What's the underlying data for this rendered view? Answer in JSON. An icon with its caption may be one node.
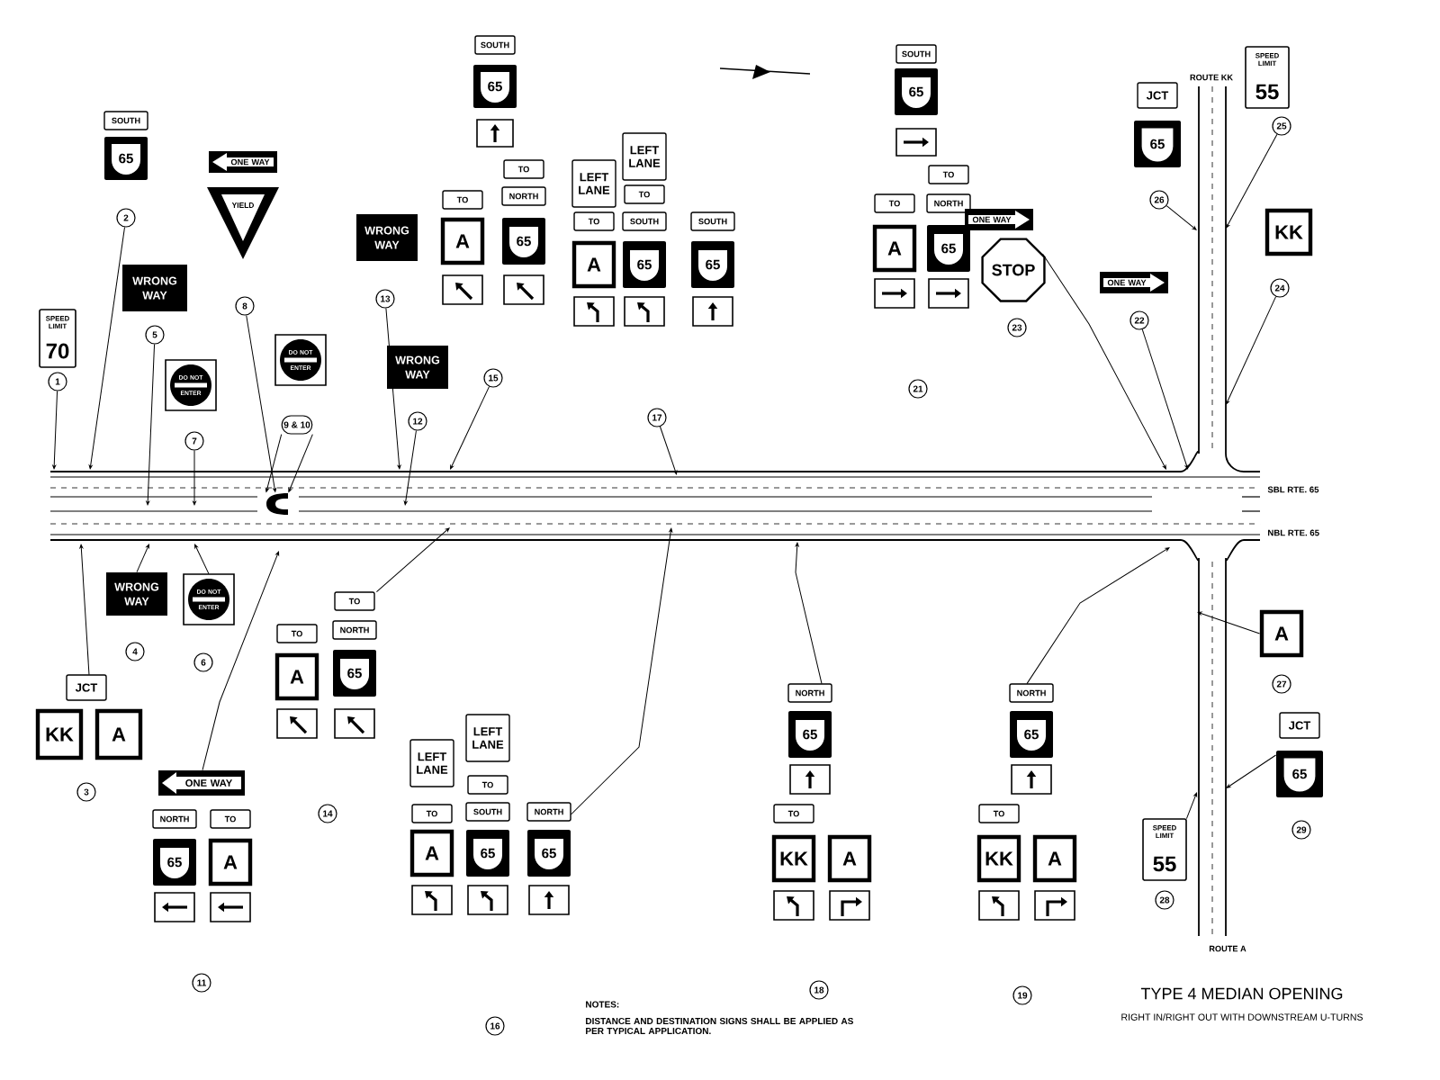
{
  "diagram": {
    "title": "TYPE 4 MEDIAN OPENING",
    "caption": "RIGHT IN/RIGHT OUT WITH DOWNSTREAM U-TURNS",
    "nodes": [
      {
        "text": [
          "SPEED LIMIT",
          "70"
        ]
      },
      {
        "text": [
          "1"
        ]
      },
      {
        "text": [
          "SOUTH",
          "65"
        ]
      },
      {
        "text": [
          "2"
        ]
      },
      {
        "text": [
          "WRONG WAY"
        ]
      },
      {
        "text": [
          "5"
        ]
      },
      {
        "text": [
          "DO NOT ENTER"
        ]
      },
      {
        "text": [
          "7"
        ]
      },
      {
        "text": [
          "ONE WAY",
          "YIELD"
        ]
      },
      {
        "text": [
          "8"
        ]
      },
      {
        "text": [
          "DO NOT ENTER"
        ]
      },
      {
        "text": [
          "9 & 10"
        ]
      },
      {
        "text": [
          "WRONG WAY"
        ]
      },
      {
        "text": [
          "13"
        ]
      },
      {
        "text": [
          "WRONG WAY"
        ]
      },
      {
        "text": [
          "12"
        ]
      },
      {
        "text": [
          "SOUTH",
          "65",
          "TO",
          "A",
          "TO",
          "NORTH",
          "65"
        ]
      },
      {
        "text": [
          "15"
        ]
      },
      {
        "text": [
          "LEFT LANE",
          "TO",
          "A",
          "LEFT LANE",
          "TO",
          "SOUTH",
          "65",
          "SOUTH",
          "65"
        ]
      },
      {
        "text": [
          "17"
        ]
      },
      {
        "text": [
          "SOUTH",
          "65",
          "TO",
          "A",
          "TO",
          "NORTH",
          "65"
        ]
      },
      {
        "text": [
          "21"
        ]
      },
      {
        "text": [
          "ONE WAY",
          "STOP"
        ]
      },
      {
        "text": [
          "23"
        ]
      },
      {
        "text": [
          "ONE WAY"
        ]
      },
      {
        "text": [
          "22"
        ]
      },
      {
        "text": [
          "JCT",
          "65"
        ]
      },
      {
        "text": [
          "26"
        ]
      },
      {
        "text": [
          "SPEED LIMIT",
          "55"
        ]
      },
      {
        "text": [
          "25"
        ]
      },
      {
        "text": [
          "KK"
        ]
      },
      {
        "text": [
          "24"
        ]
      },
      {
        "text": [
          "WRONG WAY"
        ]
      },
      {
        "text": [
          "4"
        ]
      },
      {
        "text": [
          "DO NOT ENTER"
        ]
      },
      {
        "text": [
          "6"
        ]
      },
      {
        "text": [
          "JCT",
          "KK",
          "A"
        ]
      },
      {
        "text": [
          "3"
        ]
      },
      {
        "text": [
          "TO",
          "A",
          "TO",
          "NORTH",
          "65"
        ]
      },
      {
        "text": [
          "14"
        ]
      },
      {
        "text": [
          "ONE WAY",
          "NORTH",
          "65",
          "TO",
          "A"
        ]
      },
      {
        "text": [
          "11"
        ]
      },
      {
        "text": [
          "LEFT LANE",
          "TO",
          "A",
          "LEFT LANE",
          "TO",
          "SOUTH",
          "65",
          "NORTH",
          "65"
        ]
      },
      {
        "text": [
          "16"
        ]
      },
      {
        "text": [
          "NORTH",
          "65",
          "TO",
          "KK",
          "A"
        ]
      },
      {
        "text": [
          "18"
        ]
      },
      {
        "text": [
          "NORTH",
          "65",
          "TO",
          "KK",
          "A"
        ]
      },
      {
        "text": [
          "19"
        ]
      },
      {
        "text": [
          "A"
        ]
      },
      {
        "text": [
          "27"
        ]
      },
      {
        "text": [
          "JCT",
          "65"
        ]
      },
      {
        "text": [
          "29"
        ]
      },
      {
        "text": [
          "SPEED LIMIT",
          "55"
        ]
      },
      {
        "text": [
          "28"
        ]
      },
      {
        "text": [],
        "shape": "picture"
      }
    ],
    "edges": [
      {
        "from": 1,
        "to": null,
        "arrow": "to"
      },
      {
        "from": 3,
        "to": null,
        "arrow": "to"
      },
      {
        "from": 5,
        "to": null,
        "arrow": "to"
      },
      {
        "from": 7,
        "to": null,
        "arrow": "to"
      },
      {
        "from": 9,
        "to": 54,
        "arrow": "to"
      },
      {
        "from": 11,
        "to": 54,
        "arrow": "to"
      },
      {
        "from": 11,
        "to": 54,
        "arrow": "to"
      },
      {
        "from": 13,
        "to": null,
        "arrow": "to"
      },
      {
        "from": 15,
        "to": null,
        "arrow": "to"
      },
      {
        "from": 17,
        "to": null,
        "arrow": "to"
      },
      {
        "from": 19,
        "to": null,
        "arrow": "to"
      },
      {
        "from": 22,
        "to": null,
        "arrow": "to"
      },
      {
        "from": 25,
        "to": null,
        "arrow": "to"
      },
      {
        "from": 27,
        "to": null,
        "arrow": "to"
      },
      {
        "from": 29,
        "to": null,
        "arrow": "to"
      },
      {
        "from": 31,
        "to": null,
        "arrow": "to"
      },
      {
        "from": 36,
        "to": null,
        "arrow": "to"
      },
      {
        "from": 32,
        "to": null,
        "arrow": "to"
      },
      {
        "from": 34,
        "to": null,
        "arrow": "to"
      },
      {
        "from": 40,
        "to": null,
        "arrow": "to"
      },
      {
        "from": 38,
        "to": null,
        "arrow": "to"
      },
      {
        "from": 42,
        "to": null,
        "arrow": "to"
      },
      {
        "from": 44,
        "to": null,
        "arrow": "to"
      },
      {
        "from": 46,
        "to": null,
        "arrow": "to"
      },
      {
        "from": 48,
        "to": null,
        "arrow": "to"
      },
      {
        "from": 50,
        "to": null,
        "arrow": "to"
      },
      {
        "from": 52,
        "to": null,
        "arrow": "to"
      }
    ],
    "labels": [
      "SBL RTE. 65",
      "NBL RTE. 65",
      "ROUTE KK",
      "ROUTE A",
      "NOTES:",
      "DISTANCE AND DESTINATION SIGNS SHALL BE APPLIED AS PER TYPICAL APPLICATION."
    ]
  }
}
